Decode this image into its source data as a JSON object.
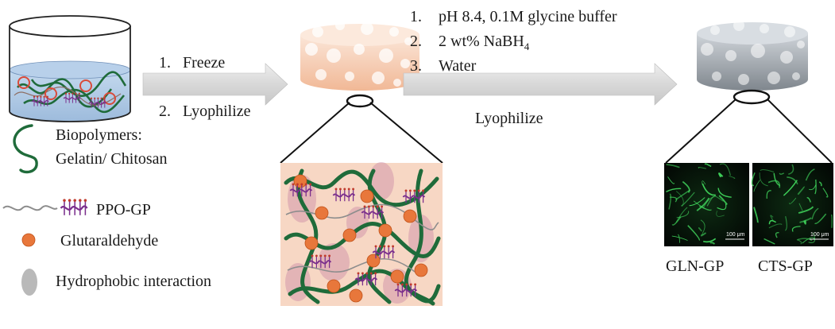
{
  "arrow1": {
    "steps": [
      {
        "num": "1.",
        "text": "Freeze"
      },
      {
        "num": "2.",
        "text": "Lyophilize"
      }
    ]
  },
  "arrow2": {
    "steps": [
      {
        "num": "1.",
        "text": "pH 8.4, 0.1M glycine buffer"
      },
      {
        "num": "2.",
        "text": "2 wt% NaBH",
        "sub": "4"
      },
      {
        "num": "3.",
        "text": "Water"
      }
    ],
    "below": "Lyophilize"
  },
  "legend": {
    "biopolymers_line1": "Biopolymers:",
    "biopolymers_line2": "Gelatin/ Chitosan",
    "ppo": "PPO-GP",
    "glutaraldehyde": "Glutaraldehyde",
    "hydrophobic": "Hydrophobic interaction"
  },
  "micrographs": {
    "left_caption": "GLN-GP",
    "right_caption": "CTS-GP",
    "scale_label": "100 μm"
  },
  "colors": {
    "polymer": "#1f6b3a",
    "ppo": "#7a2e8c",
    "crosslinker": "#e8773b",
    "hydrophobic": "#b9b9b9",
    "solution": "#a9c6e4",
    "scaffold": "#f4c7a8",
    "scaffold_final": "#9aa1a8",
    "arrow": "#d9d9d9",
    "fluorescence": "#3fd15a"
  }
}
